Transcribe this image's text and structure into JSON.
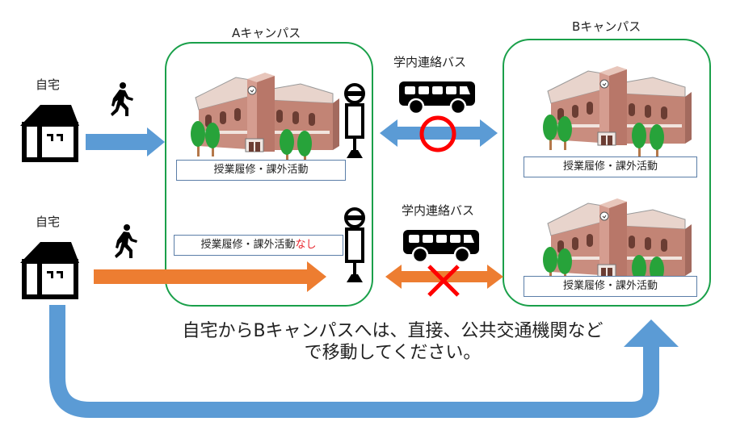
{
  "campus_a": {
    "title": "Aキャンパス",
    "activity_top": "授業履修・課外活動",
    "activity_bottom_prefix": "授業履修・課外活動",
    "activity_bottom_suffix": "なし"
  },
  "campus_b": {
    "title": "Bキャンパス",
    "activity_top": "授業履修・課外活動",
    "activity_bottom": "授業履修・課外活動"
  },
  "home": {
    "top_label": "自宅",
    "bottom_label": "自宅"
  },
  "shuttle": {
    "top_label": "学内連絡バス",
    "bottom_label": "学内連絡バス",
    "top_status": "available",
    "bottom_status": "unavailable"
  },
  "note": {
    "line1": "自宅からBキャンパスへは、直接、公共交通機関など",
    "line2": "で移動してください。"
  },
  "colors": {
    "campus_border": "#1aa04a",
    "blue_arrow": "#5b9bd5",
    "orange_arrow": "#ed7d31",
    "ok_mark": "#ff0000",
    "ng_mark": "#ff0000"
  }
}
